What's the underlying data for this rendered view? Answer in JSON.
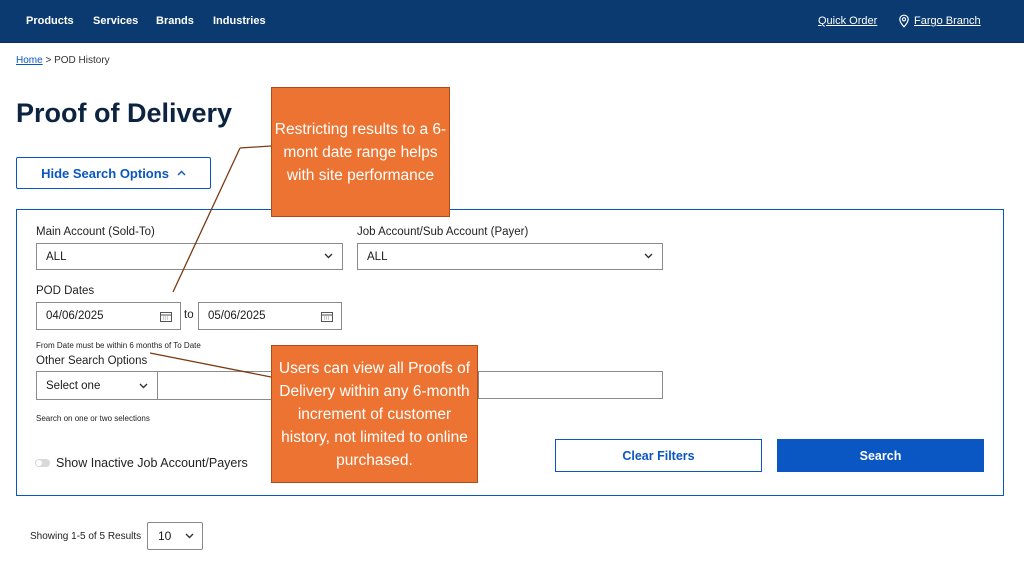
{
  "nav": {
    "items": [
      "Products",
      "Services",
      "Brands",
      "Industries"
    ],
    "quick_order": "Quick Order",
    "branch": "Fargo Branch"
  },
  "breadcrumb": {
    "home": "Home",
    "separator": ">",
    "current": "POD History"
  },
  "page_title": "Proof of Delivery",
  "hide_search_options": "Hide Search Options",
  "search": {
    "main_account_label": "Main Account (Sold-To)",
    "main_account_value": "ALL",
    "job_account_label": "Job Account/Sub Account (Payer)",
    "job_account_value": "ALL",
    "pod_dates_label": "POD Dates",
    "from_date": "04/06/2025",
    "to_word": "to",
    "to_date": "05/06/2025",
    "date_hint": "From Date must be within 6 months of To Date",
    "other_label": "Other Search Options",
    "select_one": "Select one",
    "other_hint": "Search on one or two selections",
    "show_inactive": "Show Inactive Job Account/Payers",
    "clear_filters": "Clear Filters",
    "search_button": "Search"
  },
  "results": {
    "text": "Showing 1-5 of 5 Results",
    "page_size": "10"
  },
  "callouts": {
    "date_range": "Restricting results to a 6-mont date range helps with site performance",
    "view_all": "Users can view all Proofs of Delivery within any 6-month increment of customer history, not limited to online purchased."
  },
  "colors": {
    "nav_bg": "#0a3a6f",
    "accent": "#0a56c2",
    "callout": "#ec7331",
    "title": "#0c2440"
  }
}
